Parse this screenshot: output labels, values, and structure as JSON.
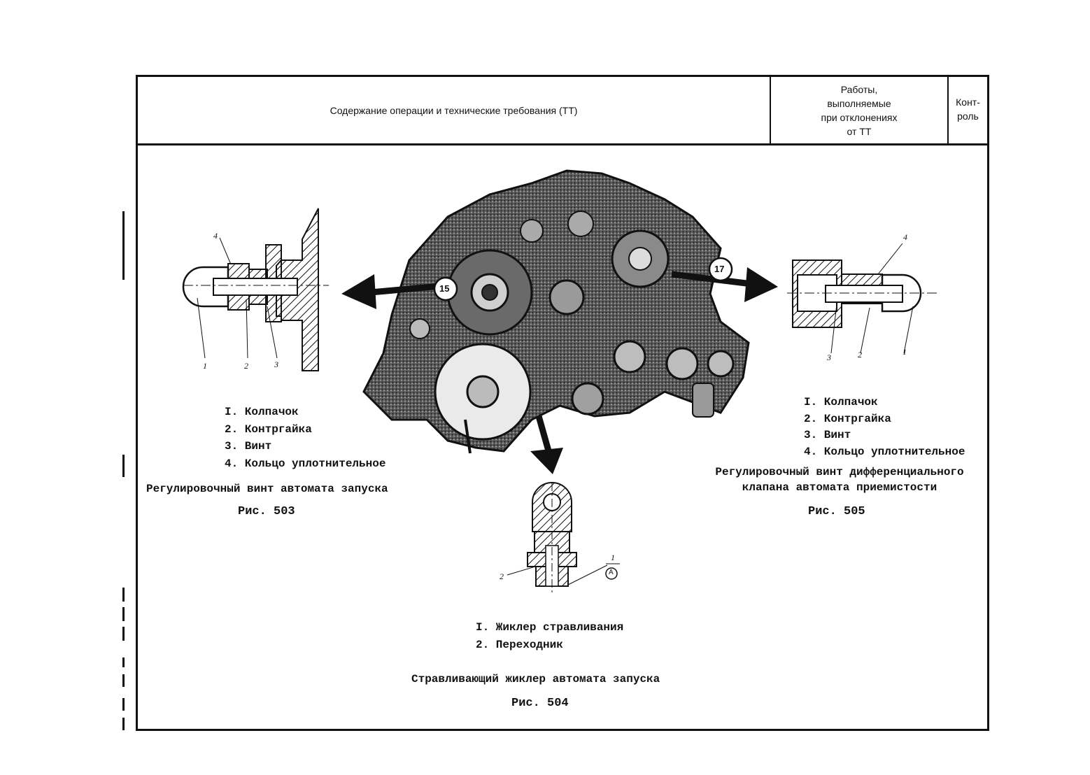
{
  "header": {
    "col1": "Содержание операции и технические требования (ТТ)",
    "col2": "Работы,\nвыполняемые\nпри отклонениях\nот ТТ",
    "col3": "Конт-\nроль"
  },
  "fig503": {
    "items": [
      "I. Колпачок",
      "2. Контргайка",
      "3. Винт",
      "4. Кольцо уплотнительное"
    ],
    "caption": "Регулировочный винт автомата запуска",
    "figure": "Рис. 503",
    "callouts": [
      "1",
      "2",
      "3",
      "4"
    ]
  },
  "fig505": {
    "items": [
      "I. Колпачок",
      "2. Контргайка",
      "3. Винт",
      "4. Кольцо уплотнительное"
    ],
    "caption_line1": "Регулировочный винт дифференциального",
    "caption_line2": "клапана автомата приемистости",
    "figure": "Рис. 505",
    "callouts": [
      "1",
      "2",
      "3",
      "4"
    ]
  },
  "fig504": {
    "items": [
      "I. Жиклер стравливания",
      "2. Переходник"
    ],
    "caption": "Стравливающий жиклер автомата запуска",
    "figure": "Рис. 504",
    "callouts": [
      "1",
      "2",
      "A"
    ]
  },
  "engine": {
    "markers": [
      "15",
      "17"
    ]
  }
}
